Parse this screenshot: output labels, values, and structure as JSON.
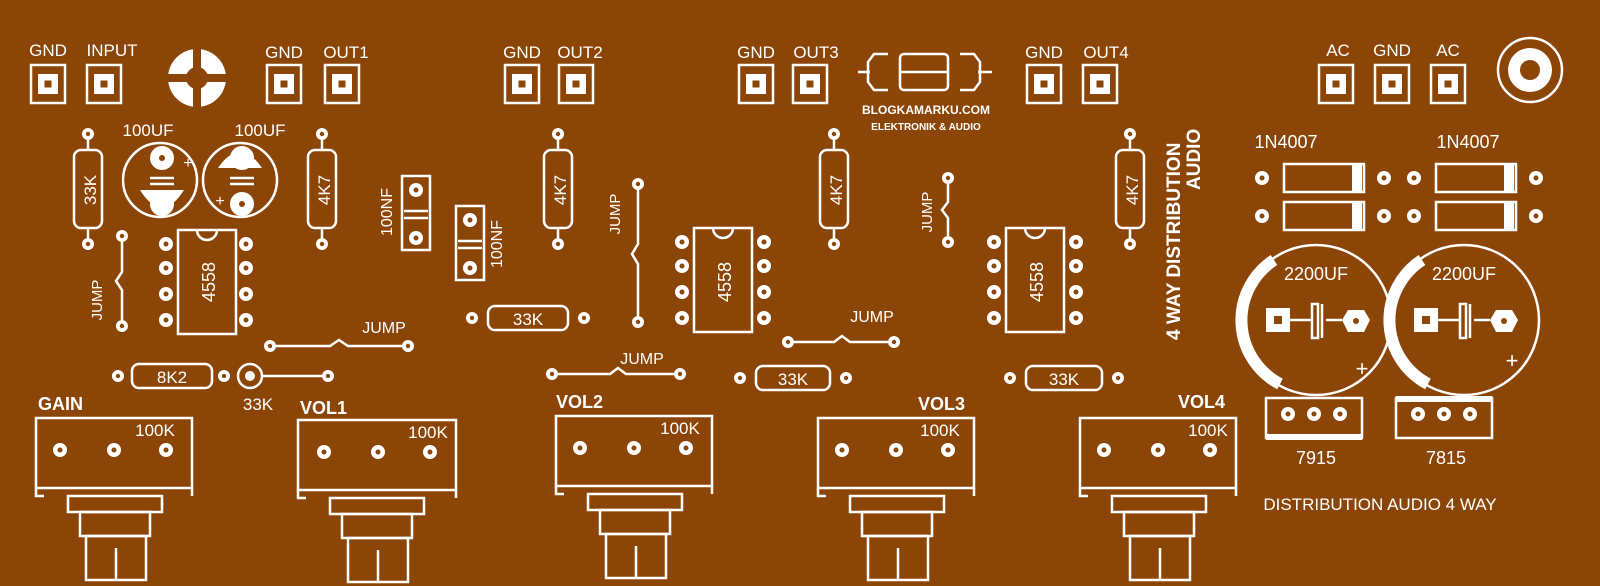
{
  "colors": {
    "board": "#8B4507",
    "silkscreen": "#ffffff"
  },
  "connectors": {
    "input": [
      "GND",
      "INPUT"
    ],
    "out1": [
      "GND",
      "OUT1"
    ],
    "out2": [
      "GND",
      "OUT2"
    ],
    "out3": [
      "GND",
      "OUT3"
    ],
    "out4": [
      "GND",
      "OUT4"
    ],
    "power": [
      "AC",
      "GND",
      "AC"
    ]
  },
  "logo": {
    "site": "BLOGKAMARKU.COM",
    "tagline": "ELEKTRONIK & AUDIO"
  },
  "title_vertical": {
    "line1": "4 WAY DISTRIBUTION",
    "line2": "AUDIO"
  },
  "title_bottom": "DISTRIBUTION AUDIO 4 WAY",
  "capacitors": {
    "c100uf": "100UF",
    "c100nf": "100NF",
    "c2200uf": "2200UF"
  },
  "resistors": {
    "r33k": "33K",
    "r4k7": "4K7",
    "r8k2": "8K2"
  },
  "ic_label": "4558",
  "jump_label": "JUMP",
  "diode_label": "1N4007",
  "regulators": {
    "neg": "7915",
    "pos": "7815"
  },
  "pots": {
    "gain": "GAIN",
    "vol1": "VOL1",
    "vol2": "VOL2",
    "vol3": "VOL3",
    "vol4": "VOL4",
    "value": "100K"
  },
  "polarity_plus": "+"
}
